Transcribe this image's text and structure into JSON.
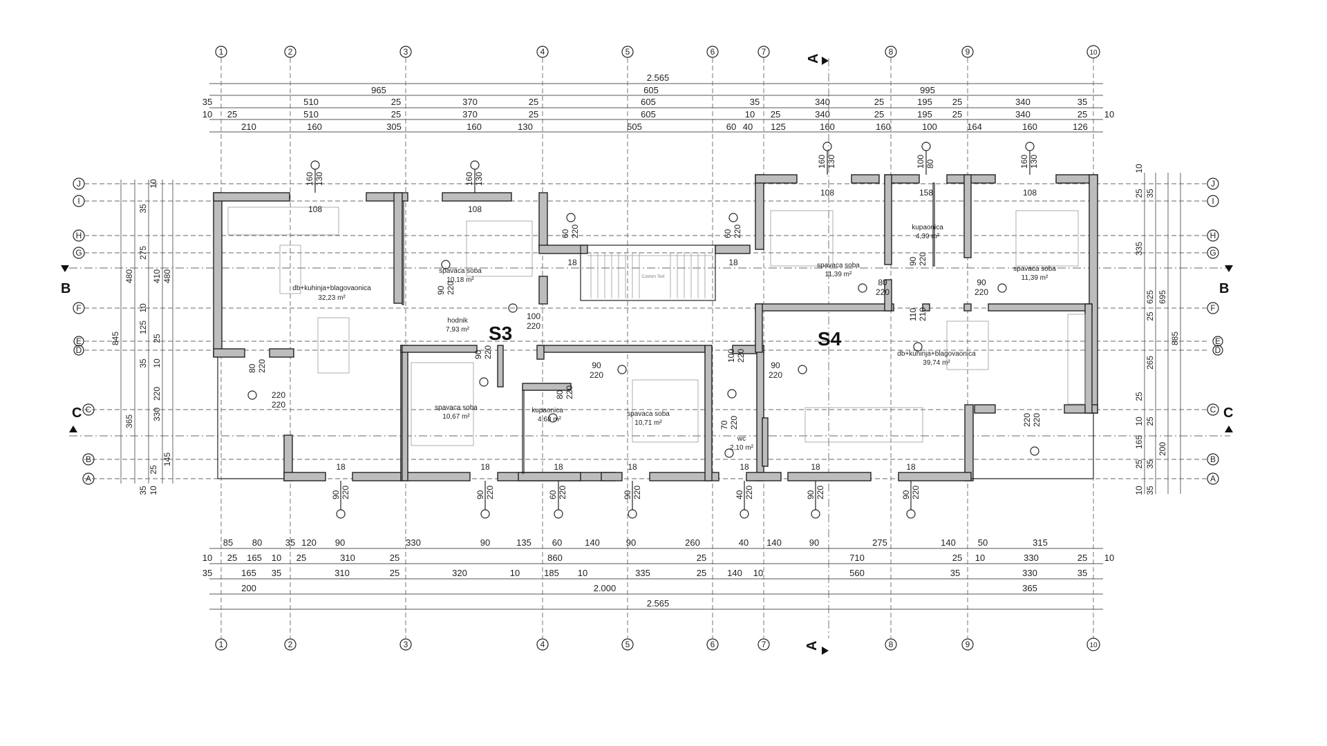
{
  "units": [
    "S3",
    "S4"
  ],
  "sections": {
    "A": "A",
    "B": "B",
    "C": "C"
  },
  "axes_vertical": [
    "1",
    "2",
    "3",
    "4",
    "5",
    "6",
    "7",
    "8",
    "9",
    "10"
  ],
  "axes_horizontal": [
    "J",
    "I",
    "H",
    "G",
    "F",
    "E",
    "D",
    "C",
    "B",
    "A"
  ],
  "rooms": [
    {
      "name": "db+kuhinja+blagovaonica",
      "area": "32,23 m²"
    },
    {
      "name": "spavaca soba",
      "area": "10,18 m²"
    },
    {
      "name": "hodnik",
      "area": "7,93 m²"
    },
    {
      "name": "spavaca soba",
      "area": "10,67 m²"
    },
    {
      "name": "kupaonica",
      "area": "4,68 m²"
    },
    {
      "name": "spavaca soba",
      "area": "10,71 m²"
    },
    {
      "name": "wc",
      "area": "2,10 m²"
    },
    {
      "name": "spavaca soba",
      "area": "11,39 m²"
    },
    {
      "name": "kupaonica",
      "area": "4,39 m²"
    },
    {
      "name": "spavaca soba",
      "area": "11,39 m²"
    },
    {
      "name": "db+kuhinja+blagovaonica",
      "area": "39,74 m²"
    }
  ],
  "stair_label": "Custom Text",
  "top_dims": {
    "row1": [
      "2.565"
    ],
    "row2": [
      "965",
      "605",
      "995"
    ],
    "row3": [
      "35",
      "510",
      "25",
      "370",
      "25",
      "605",
      "35",
      "340",
      "25",
      "195",
      "25",
      "340",
      "35"
    ],
    "row4": [
      "10",
      "25",
      "510",
      "25",
      "370",
      "25",
      "605",
      "10",
      "25",
      "340",
      "25",
      "195",
      "25",
      "340",
      "25",
      "10"
    ],
    "row5": [
      "210",
      "160",
      "305",
      "160",
      "130",
      "505",
      "60",
      "40",
      "125",
      "160",
      "160",
      "100",
      "164",
      "160",
      "126"
    ]
  },
  "bottom_dims": {
    "row1": [
      "85",
      "80",
      "35",
      "120",
      "90",
      "330",
      "90",
      "135",
      "60",
      "140",
      "90",
      "260",
      "40",
      "140",
      "90",
      "275",
      "140",
      "50",
      "315"
    ],
    "row2": [
      "10",
      "25",
      "165",
      "10",
      "25",
      "310",
      "25",
      "860",
      "25",
      "710",
      "25",
      "10",
      "330",
      "25",
      "10"
    ],
    "row3": [
      "35",
      "165",
      "35",
      "310",
      "25",
      "320",
      "10",
      "185",
      "10",
      "335",
      "25",
      "140",
      "10",
      "560",
      "35",
      "330",
      "35"
    ],
    "row4": [
      "200",
      "2.000",
      "365"
    ],
    "row5": [
      "2.565"
    ]
  },
  "left_dims": {
    "outer": [
      "845",
      "365"
    ],
    "mid": [
      "480",
      "220"
    ],
    "inner1": [
      "35",
      "275",
      "410",
      "10",
      "125",
      "25",
      "35",
      "10",
      "330",
      "35",
      "10"
    ],
    "inner2": [
      "480",
      "145",
      "25",
      "10"
    ]
  },
  "right_dims": {
    "col1": [
      "10",
      "25",
      "335",
      "625",
      "25",
      "265",
      "25",
      "10",
      "165",
      "25",
      "10"
    ],
    "col2": [
      "35",
      "25",
      "35",
      "200",
      "35"
    ],
    "col3": [
      "695",
      "885"
    ]
  },
  "openings": [
    {
      "w": "160",
      "h": "130",
      "sill": "108"
    },
    {
      "w": "160",
      "h": "130",
      "sill": "108"
    },
    {
      "w": "160",
      "h": "130",
      "sill": "108"
    },
    {
      "w": "100",
      "h": "80",
      "sill": "158"
    },
    {
      "w": "160",
      "h": "130",
      "sill": "108"
    },
    {
      "w": "60",
      "h": "220",
      "sill": "18"
    },
    {
      "w": "60",
      "h": "220",
      "sill": "18"
    },
    {
      "w": "90",
      "h": "220"
    },
    {
      "w": "100",
      "h": "220"
    },
    {
      "w": "90",
      "h": "220"
    },
    {
      "w": "80",
      "h": "220"
    },
    {
      "w": "220",
      "h": "220"
    },
    {
      "w": "90",
      "h": "220"
    },
    {
      "w": "80",
      "h": "220"
    },
    {
      "w": "100",
      "h": "220"
    },
    {
      "w": "90",
      "h": "220"
    },
    {
      "w": "70",
      "h": "220"
    },
    {
      "w": "80",
      "h": "220"
    },
    {
      "w": "90",
      "h": "220"
    },
    {
      "w": "90",
      "h": "220"
    },
    {
      "w": "110",
      "h": "210"
    },
    {
      "w": "220",
      "h": "220"
    },
    {
      "w": "90",
      "h": "220",
      "sill": "18"
    },
    {
      "w": "90",
      "h": "220",
      "sill": "18"
    },
    {
      "w": "60",
      "h": "220",
      "sill": "18"
    },
    {
      "w": "90",
      "h": "220",
      "sill": "18"
    },
    {
      "w": "40",
      "h": "220",
      "sill": "18"
    },
    {
      "w": "90",
      "h": "220",
      "sill": "18"
    },
    {
      "w": "90",
      "h": "220",
      "sill": "18"
    }
  ]
}
